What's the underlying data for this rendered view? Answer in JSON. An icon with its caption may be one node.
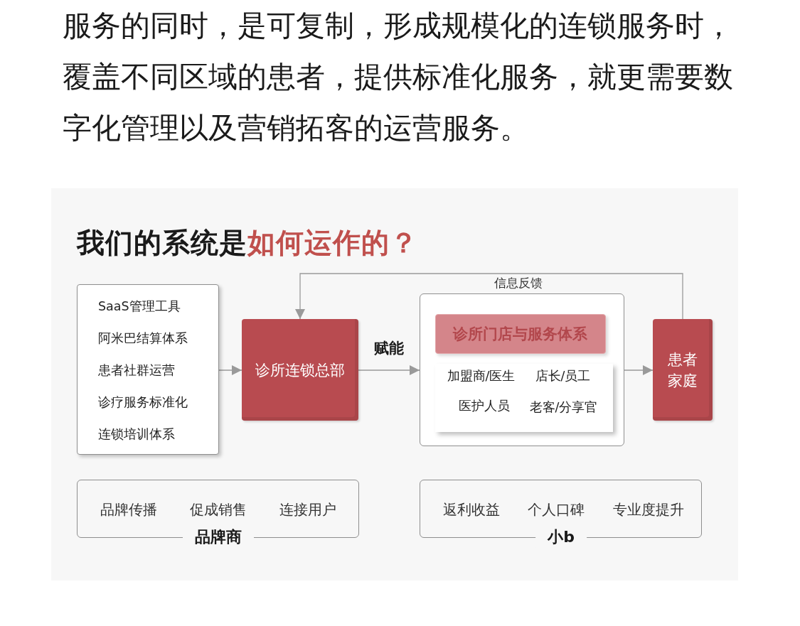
{
  "diagram": {
    "title": "我们的系统是**如何运作的？**",
    "nodes": [
      {
        "text": [
          "SaaS管理工具",
          "阿米巴结算体系",
          "患者社群运营",
          "诊疗服务标准化",
          "连锁培训体系"
        ]
      },
      {
        "text": [
          "诊所连锁总部"
        ]
      },
      {
        "text": [],
        "shape": "box"
      },
      {
        "text": [
          "诊所门店与服务体系"
        ],
        "in": 2
      },
      {
        "text": [
          "加盟商/医生",
          "店长/员工",
          "医护人员",
          "老客/分享官"
        ],
        "in": 2
      },
      {
        "text": [
          "患者家庭"
        ]
      },
      {
        "text": [
          "品牌传播",
          "促成销售",
          "连接用户",
          "品牌商"
        ]
      },
      {
        "text": [
          "返利收益",
          "个人口碑",
          "专业度提升",
          "小b"
        ]
      }
    ],
    "edges": [
      {
        "from": 0,
        "to": 1,
        "arrow": "to"
      },
      {
        "from": 1,
        "to": 2,
        "arrow": "to",
        "label": "赋能"
      },
      {
        "from": 2,
        "to": 5,
        "arrow": "to"
      },
      {
        "from": 5,
        "to": 1,
        "arrow": "to",
        "label": "信息反馈"
      }
    ],
    "labels": [
      "服务的同时，是可复制，形成规模化的连锁服务时，覆盖不同区域的患者，提供标准化服务，就更需要数字化管理以及营销拓客的运营服务。"
    ]
  }
}
